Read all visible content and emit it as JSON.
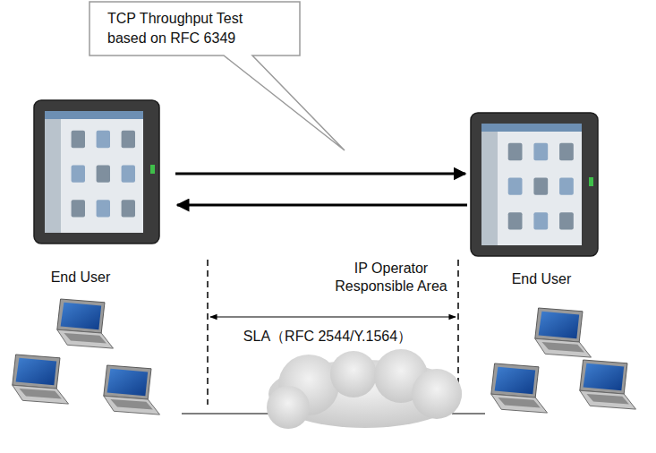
{
  "diagram": {
    "nodes": [
      {
        "text": [
          "TCP Throughput Test based on RFC 6349"
        ]
      }
    ],
    "labels": [
      "End User",
      "IP Operator Responsible Area",
      "End User",
      "SLA（RFC 2544/Y.1564）"
    ]
  }
}
